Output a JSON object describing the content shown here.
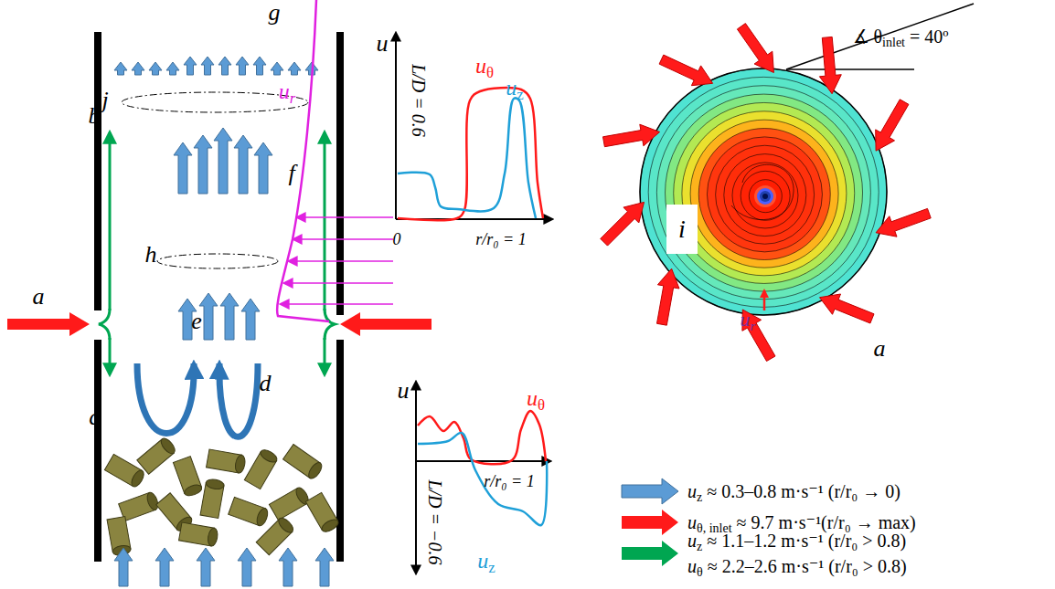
{
  "diagram": {
    "labels": [
      "g",
      "ur",
      "j",
      "b",
      "f",
      "h",
      "a",
      "e",
      "c",
      "d",
      "u",
      "uθ",
      "uz",
      "L/D = 0.6",
      "0",
      "r/r₀ = 1",
      "u",
      "uθ",
      "uz",
      "L/D = −0.6",
      "r/r₀ = 1",
      "∡ θinlet = 40º",
      "i",
      "ur",
      "a"
    ],
    "legend": [
      {
        "text": "uz ≈ 0.3–0.8 m·s⁻¹ (r/r₀ → 0)",
        "color": "#5b9bd5"
      },
      {
        "text": "uθ, inlet ≈ 9.7 m·s⁻¹(r/r₀ → max)",
        "color": "#ff1a1a"
      },
      {
        "text": "uz ≈ 1.1–1.2 m·s⁻¹ (r/r₀ > 0.8)",
        "color": "#00a651"
      },
      {
        "text": "uθ ≈ 2.2–2.6 m·s⁻¹ (r/r₀ > 0.8)"
      }
    ]
  }
}
